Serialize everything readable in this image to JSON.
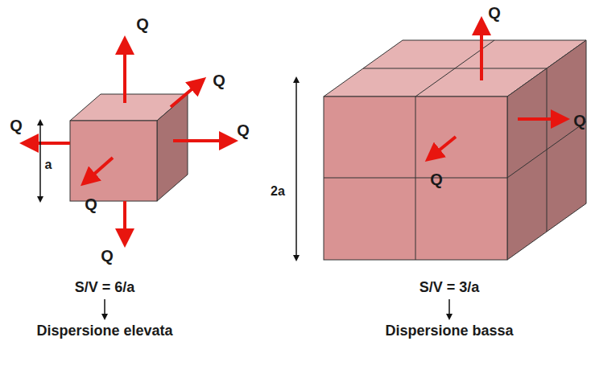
{
  "diagram": {
    "labels": [
      "Q",
      "Q",
      "Q",
      "Q",
      "Q",
      "Q",
      "a",
      "2a",
      "Q",
      "Q",
      "Q",
      "S/V = 6/a",
      "Dispersione elevata",
      "S/V = 3/a",
      "Dispersione bassa"
    ]
  }
}
